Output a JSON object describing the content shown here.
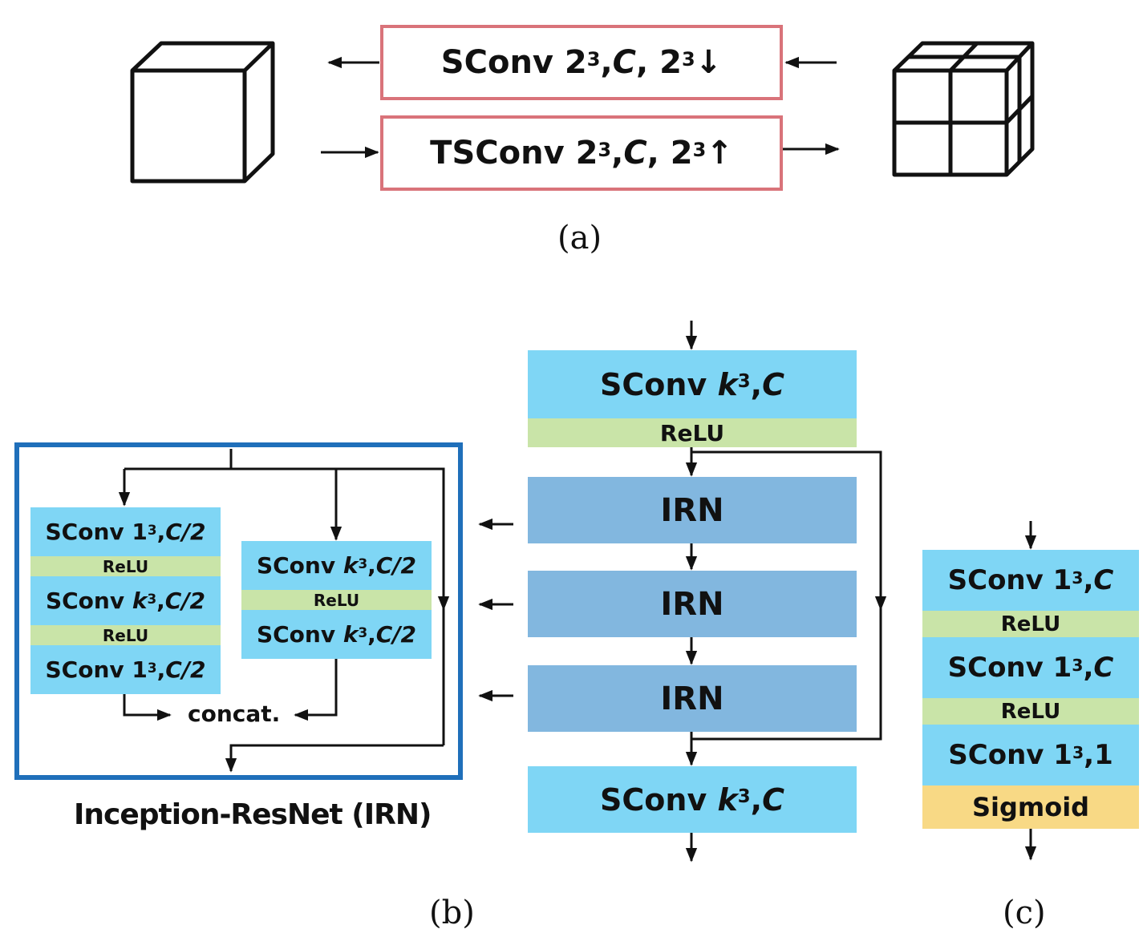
{
  "panel_a": {
    "down_block": {
      "prefix": "SConv 2",
      "exp": "3",
      "mid": ", ",
      "ch": "C",
      "sep": ", 2",
      "exp2": "3",
      "suffix": "↓"
    },
    "up_block": {
      "prefix": "TSConv 2",
      "exp": "3",
      "mid": ", ",
      "ch": "C",
      "sep": ", 2",
      "exp2": "3",
      "suffix": "↑"
    },
    "caption": "(a)"
  },
  "panel_b": {
    "main": {
      "conv_top": {
        "prefix": "SConv ",
        "k": "k",
        "exp": "3",
        "mid": ", ",
        "ch": "C"
      },
      "relu": "ReLU",
      "irn_blocks": [
        "IRN",
        "IRN",
        "IRN"
      ],
      "conv_bottom": {
        "prefix": "SConv ",
        "k": "k",
        "exp": "3",
        "mid": ", ",
        "ch": "C"
      }
    },
    "irn_detail": {
      "left_branch": [
        {
          "prefix": "SConv 1",
          "exp": "3",
          "mid": ", ",
          "ch": "C/2"
        },
        {
          "relu": "ReLU"
        },
        {
          "prefix": "SConv ",
          "k": "k",
          "exp": "3",
          "mid": ", ",
          "ch": "C/2"
        },
        {
          "relu": "ReLU"
        },
        {
          "prefix": "SConv 1",
          "exp": "3",
          "mid": ", ",
          "ch": "C/2"
        }
      ],
      "right_branch": [
        {
          "prefix": "SConv ",
          "k": "k",
          "exp": "3",
          "mid": ", ",
          "ch": "C/2"
        },
        {
          "relu": "ReLU"
        },
        {
          "prefix": "SConv ",
          "k": "k",
          "exp": "3",
          "mid": ", ",
          "ch": "C/2"
        }
      ],
      "concat": "concat.",
      "title": "Inception-ResNet (IRN)"
    },
    "caption": "(b)"
  },
  "panel_c": {
    "blocks": [
      {
        "prefix": "SConv 1",
        "exp": "3",
        "mid": ", ",
        "ch": "C"
      },
      {
        "relu": "ReLU"
      },
      {
        "prefix": "SConv 1",
        "exp": "3",
        "mid": ", ",
        "ch": "C"
      },
      {
        "relu": "ReLU"
      },
      {
        "prefix": "SConv 1",
        "exp": "3",
        "mid": ", ",
        "ch": "1"
      },
      {
        "sigmoid": "Sigmoid"
      }
    ],
    "caption": "(c)"
  },
  "colors": {
    "conv": "#7fd6f5",
    "relu": "#c9e4a8",
    "irn": "#82b7df",
    "sigmoid": "#f8d985",
    "red_border": "#d9737a",
    "irn_border": "#1f6fba"
  }
}
